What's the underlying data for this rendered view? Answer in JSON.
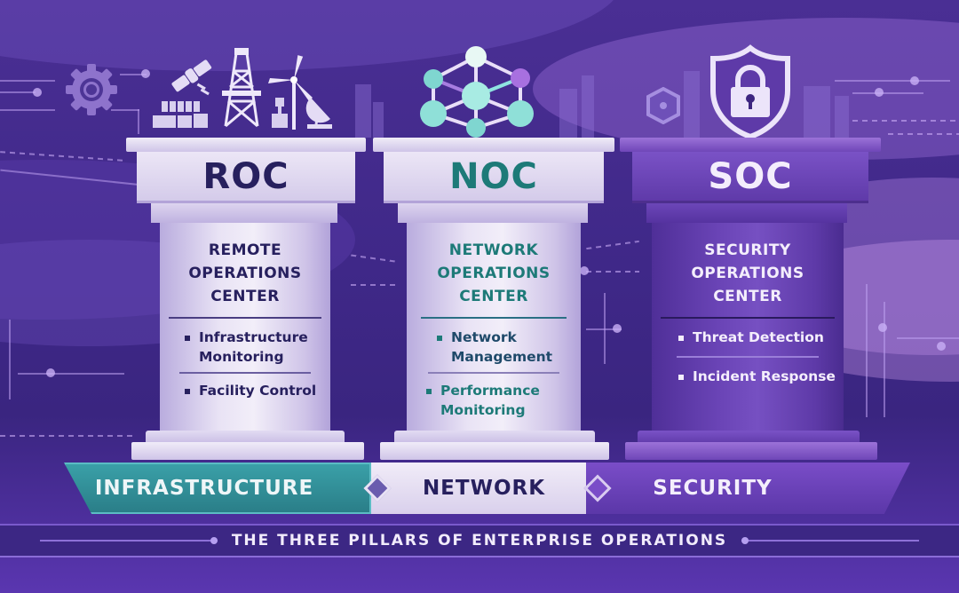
{
  "colors": {
    "background": "#3f2888",
    "roc_text": "#27205e",
    "noc_text": "#1d7a78",
    "soc_text": "#f4eefc",
    "infra_band": "#2f8a92",
    "network_band": "#e6e0f2",
    "security_band": "#6a42b8"
  },
  "top_icons": {
    "roc": [
      "satellite-icon",
      "oil-rig-icon",
      "wind-turbine-icon",
      "satellite-dish-icon",
      "solar-panel-icon"
    ],
    "noc": [
      "network-topology-icon"
    ],
    "soc": [
      "shield-lock-icon"
    ],
    "background": [
      "gear-icon",
      "hexagon-nut-icon"
    ]
  },
  "pillars": [
    {
      "acronym": "ROC",
      "full_name": [
        "REMOTE",
        "OPERATIONS",
        "CENTER"
      ],
      "features": [
        "Infrastructure Monitoring",
        "Facility Control"
      ]
    },
    {
      "acronym": "NOC",
      "full_name": [
        "NETWORK",
        "OPERATIONS",
        "CENTER"
      ],
      "features": [
        "Network Management",
        "Performance Monitoring"
      ]
    },
    {
      "acronym": "SOC",
      "full_name": [
        "SECURITY",
        "OPERATIONS",
        "CENTER"
      ],
      "features": [
        "Threat Detection",
        "Incident Response"
      ]
    }
  ],
  "banner": {
    "infrastructure": "INFRASTRUCTURE",
    "network": "NETWORK",
    "security": "SECURITY"
  },
  "footer": {
    "title": "THE THREE PILLARS OF ENTERPRISE OPERATIONS"
  }
}
